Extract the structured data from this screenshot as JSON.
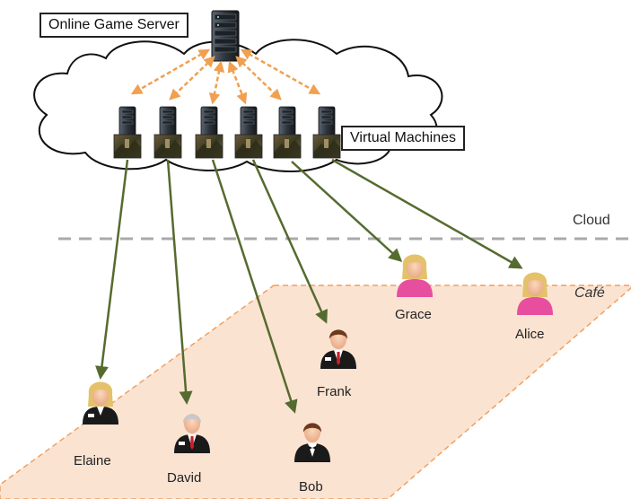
{
  "server": {
    "label": "Online Game Server"
  },
  "vms": {
    "label": "Virtual Machines",
    "count": 6
  },
  "zones": {
    "cloud": "Cloud",
    "cafe": "Café"
  },
  "players": [
    {
      "name": "Elaine",
      "gender": "female",
      "hair": "blonde"
    },
    {
      "name": "David",
      "gender": "male",
      "hair": "gray"
    },
    {
      "name": "Bob",
      "gender": "male",
      "hair": "brown"
    },
    {
      "name": "Frank",
      "gender": "male",
      "hair": "brown"
    },
    {
      "name": "Grace",
      "gender": "female",
      "hair": "blonde"
    },
    {
      "name": "Alice",
      "gender": "female",
      "hair": "blonde"
    }
  ],
  "colors": {
    "cloud_stroke": "#111111",
    "server_arrows": "#f0a050",
    "vm_to_player_arrows": "#556b2f",
    "cafe_fill": "#fbe3d2",
    "cafe_stroke": "#f0a060",
    "divider": "#aaaaaa"
  },
  "icons": {
    "server": "server-rack-icon",
    "vm": "server-tower-icon",
    "game": "game-thumbnail-icon",
    "player": "person-avatar-icon"
  }
}
